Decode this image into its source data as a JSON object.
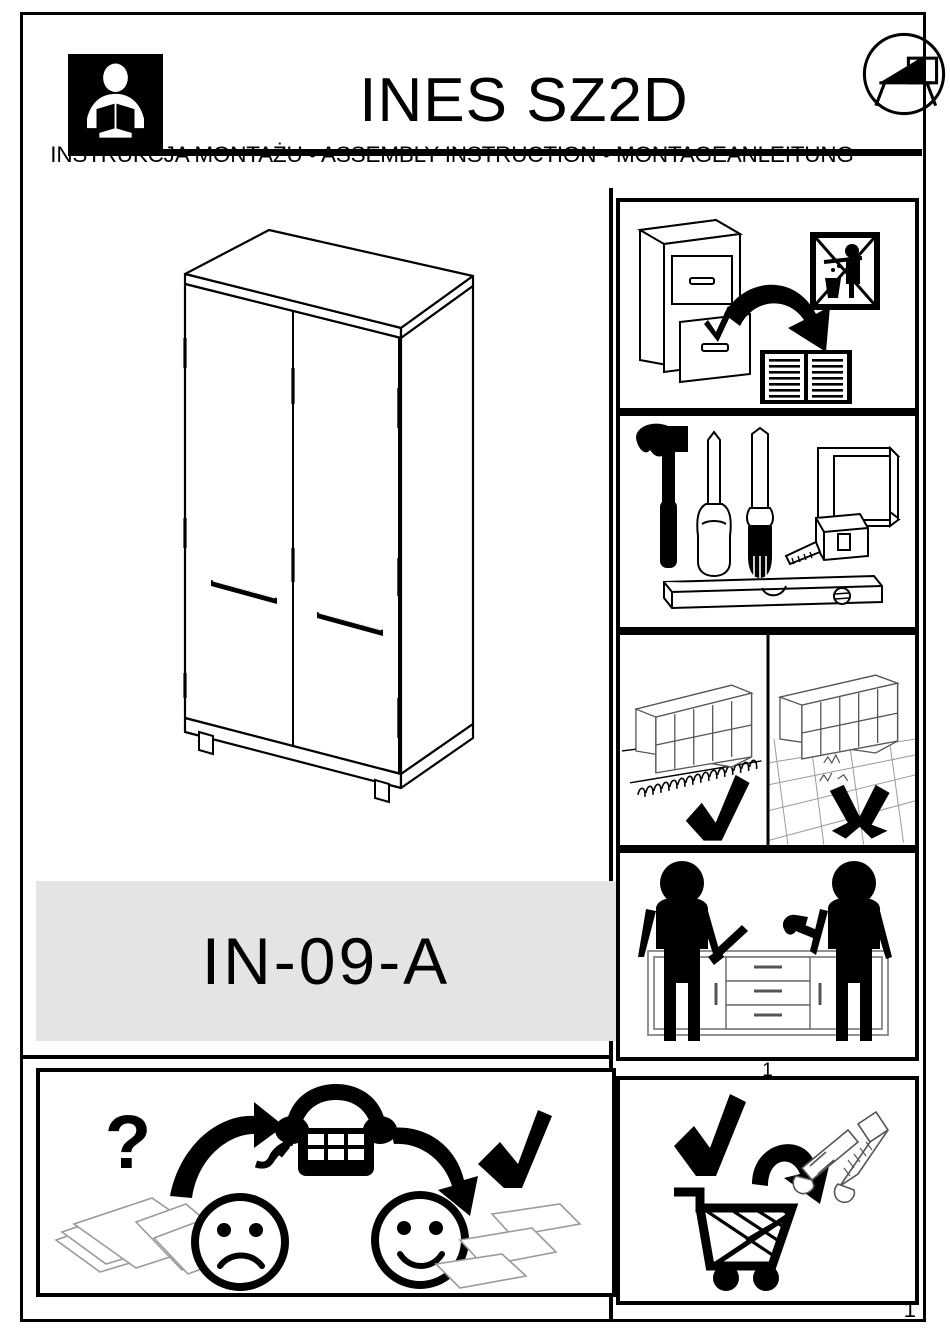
{
  "document": {
    "title": "INES SZ2D",
    "subtitle": "INSTRUKCJA MONTAŻU • ASSEMBLY INSTRUCTION • MONTAGEANLEITUNG",
    "page_number": "1",
    "code": "IN-09-A",
    "step_number": "1"
  },
  "header": {
    "logo_name": "read-instructions-icon",
    "corner_icon_name": "turn-page-icon"
  },
  "product": {
    "name": "INES SZ2D",
    "description": "Two-door wardrobe",
    "doors": 2,
    "handles": 2
  },
  "panels": {
    "manual": {
      "name": "read-manual-panel",
      "caption": "Read the assembly manual before starting",
      "icons": [
        "cabinet-with-drawers",
        "curved-arrow",
        "open-book",
        "no-littering-sign"
      ]
    },
    "tools": {
      "name": "required-tools-panel",
      "caption": "Tools required for assembly",
      "icons": [
        "hammer",
        "phillips-screwdriver",
        "flathead-screwdriver",
        "allen-key",
        "tape-measure",
        "spirit-level"
      ]
    },
    "surface": {
      "name": "assembly-surface-panel",
      "caption": "Assemble on a soft surface, not on a hard floor",
      "correct_label": "✓",
      "incorrect_label": "✗",
      "correct_icon": "cabinet-on-carpet",
      "incorrect_icon": "cabinet-on-tiles"
    },
    "two_person": {
      "name": "two-person-assembly-panel",
      "caption": "Two people required for assembly",
      "people_count": 2,
      "icons": [
        "person-with-screwdriver",
        "person-with-hammer",
        "sideboard-with-drawers"
      ]
    },
    "help": {
      "name": "customer-service-panel",
      "caption": "Damaged or missing parts: call customer service",
      "icons": [
        "question-mark",
        "damaged-panels",
        "sad-face",
        "telephone",
        "happy-face",
        "good-panels",
        "check-mark"
      ],
      "question_mark": "?"
    },
    "cart": {
      "name": "purchase-fixings-panel",
      "caption": "Wall fixings to be purchased separately",
      "icons": [
        "check-mark",
        "curved-arrow",
        "shopping-cart",
        "wall-plug",
        "screw"
      ]
    }
  },
  "colors": {
    "ink": "#000000",
    "paper": "#ffffff",
    "banner_bg": "#e4e4e4",
    "line_gray": "#888888"
  }
}
